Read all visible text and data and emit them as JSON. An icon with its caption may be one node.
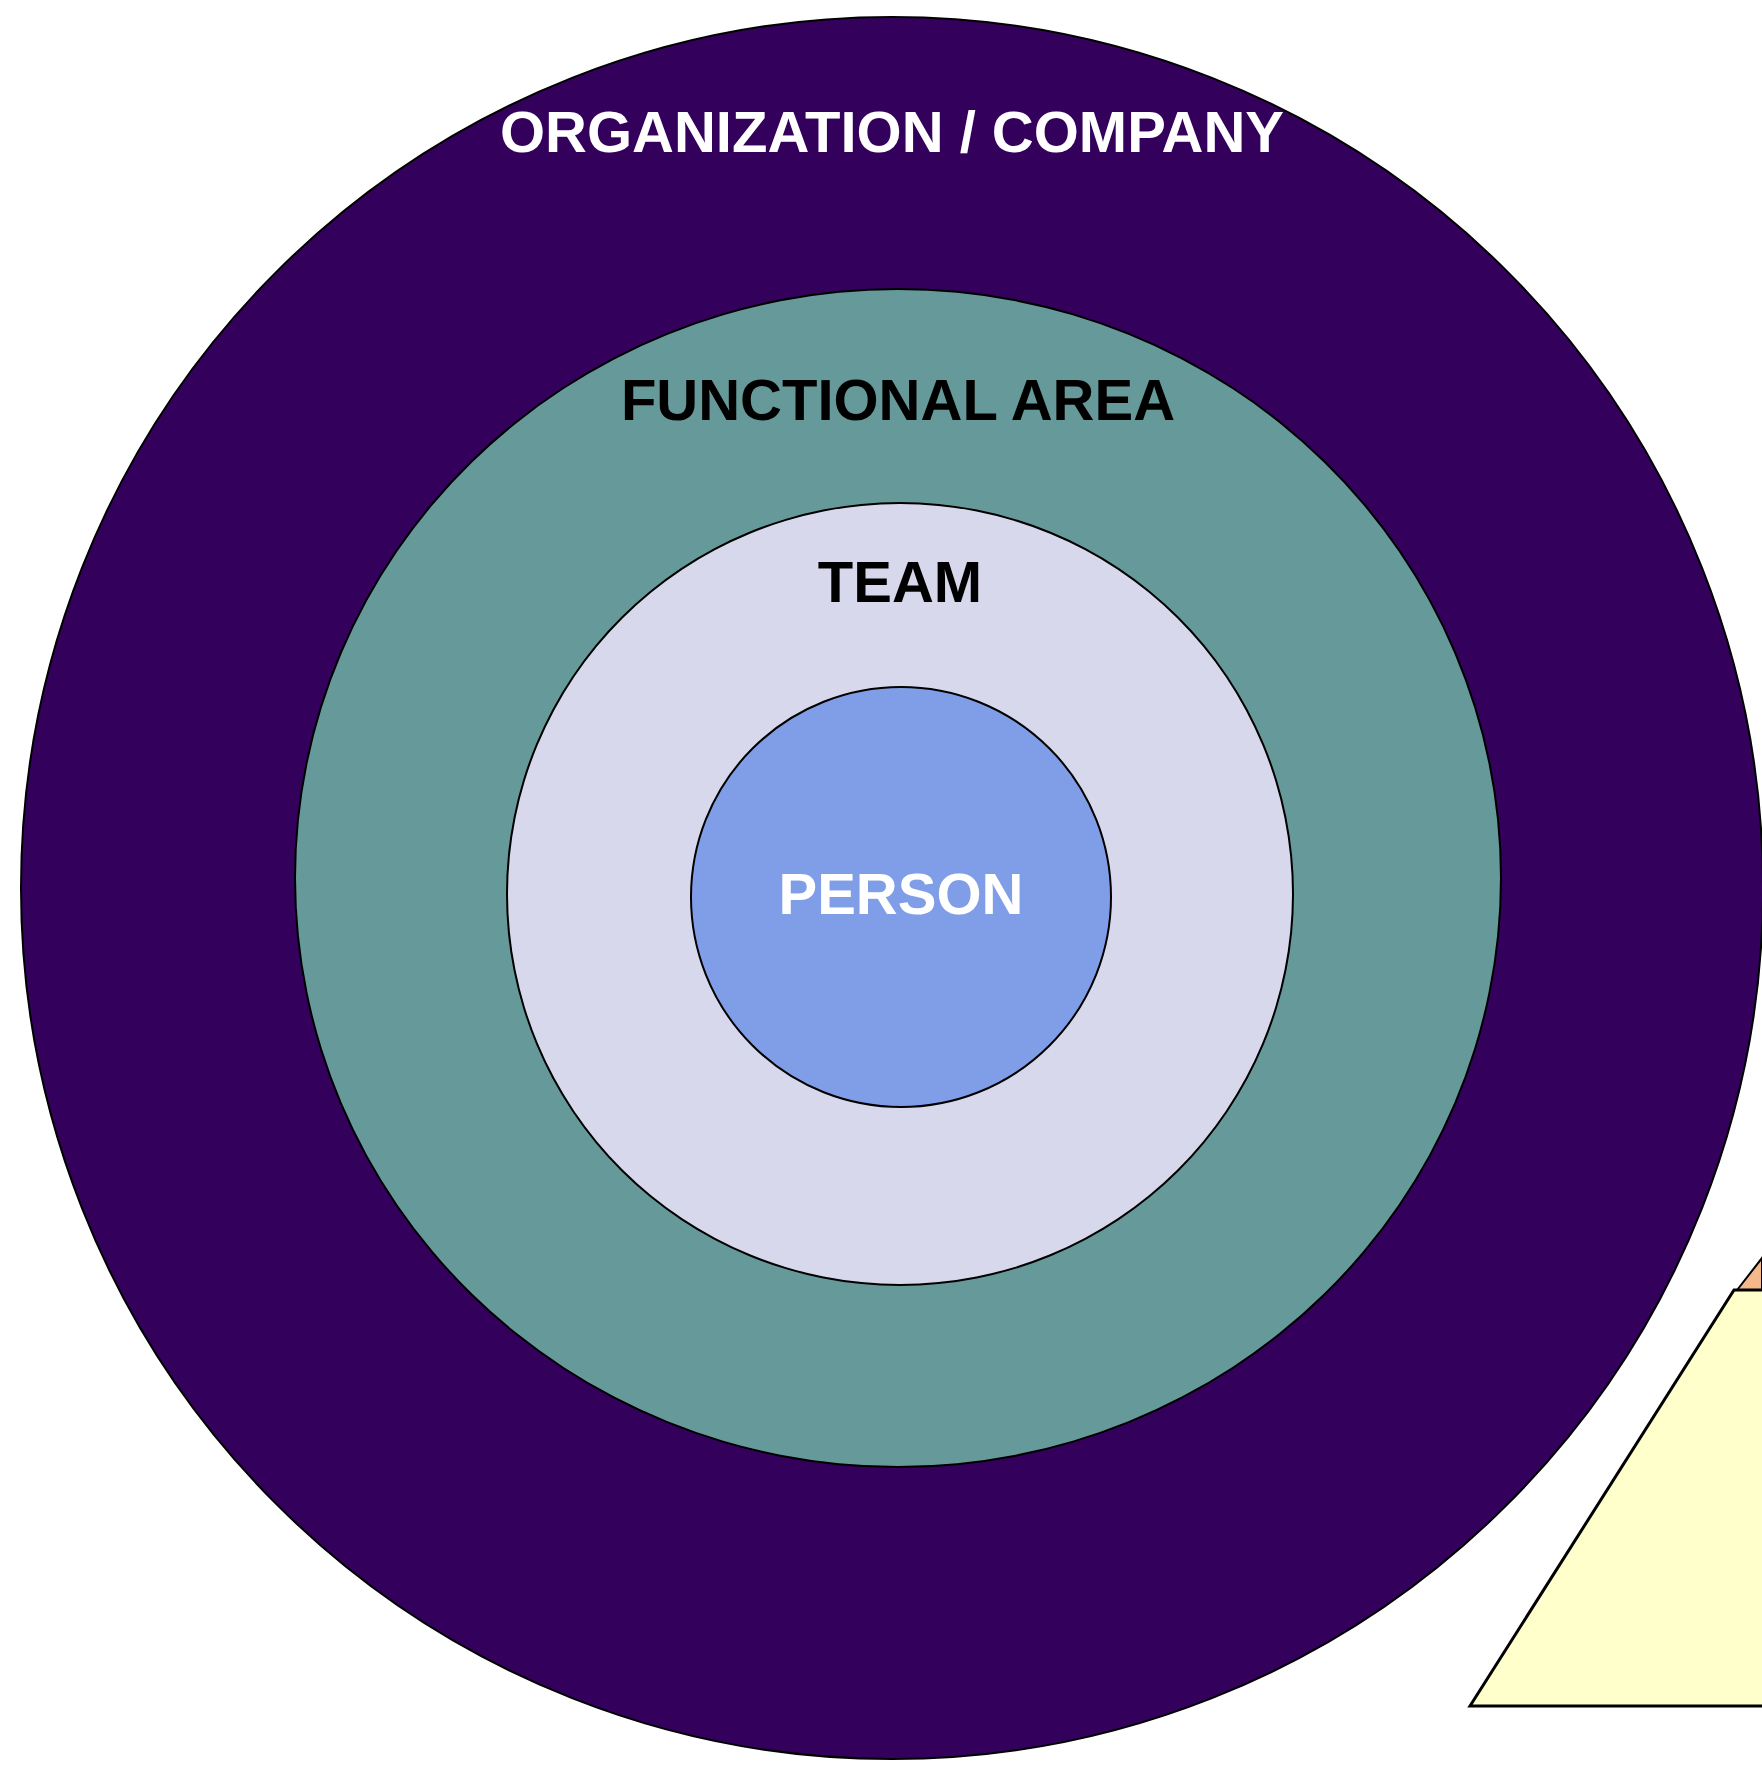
{
  "diagram": {
    "nodes": [
      {
        "text": [
          "ORGANIZATION / COMPANY"
        ]
      },
      {
        "text": [
          "FUNCTIONAL AREA"
        ],
        "in": 0
      },
      {
        "text": [
          "TEAM"
        ],
        "in": 1
      },
      {
        "text": [
          "PERSON"
        ],
        "in": 2
      }
    ]
  }
}
